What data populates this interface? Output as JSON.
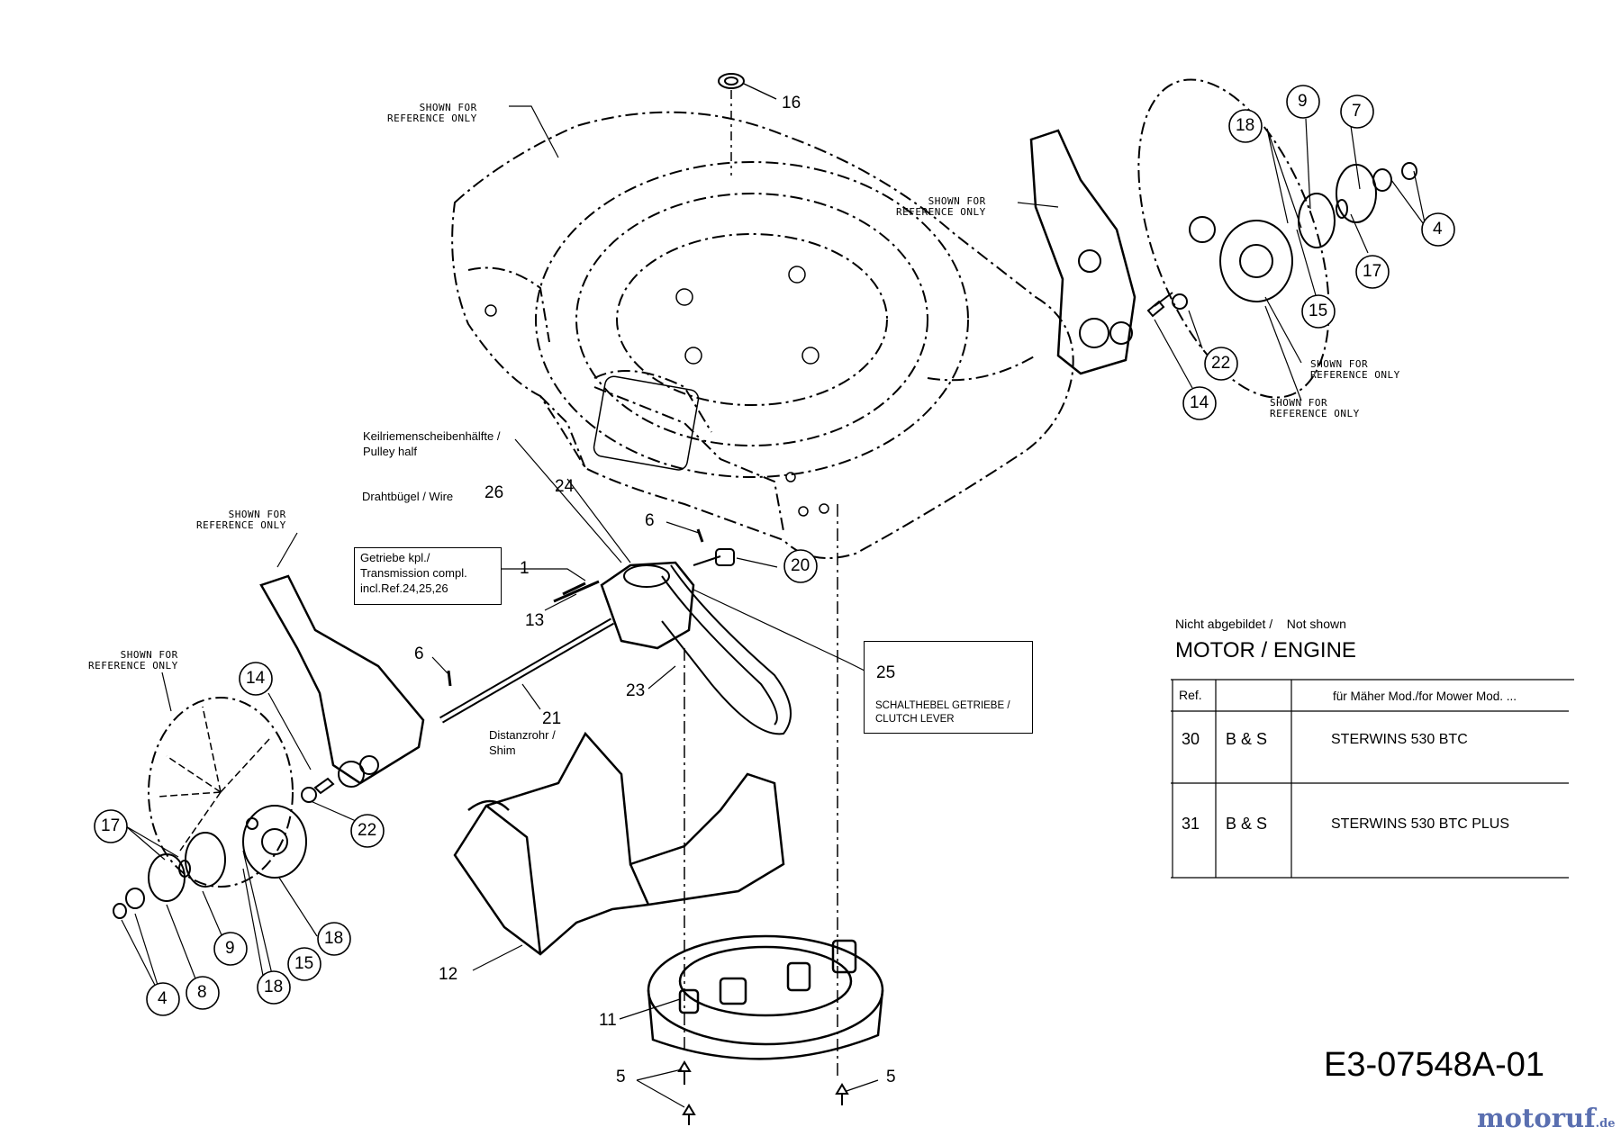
{
  "diagram": {
    "reference_note": "SHOWN FOR\nREFERENCE ONLY",
    "part_numbers": {
      "p16": "16",
      "p18a": "18",
      "p9a": "9",
      "p7": "7",
      "p4a": "4",
      "p17a": "17",
      "p15a": "15",
      "p22a": "22",
      "p14a": "14",
      "p24": "24",
      "p26": "26",
      "p6a": "6",
      "p20": "20",
      "p1": "1",
      "p13": "13",
      "p6b": "6",
      "p14b": "14",
      "p25": "25",
      "p23": "23",
      "p21": "21",
      "p17b": "17",
      "p22b": "22",
      "p18b": "18",
      "p9b": "9",
      "p15b": "15",
      "p18c": "18",
      "p4b": "4",
      "p8": "8",
      "p12": "12",
      "p11": "11",
      "p5a": "5",
      "p5b": "5"
    },
    "labels": {
      "pulley_half": "Keilriemenscheibenhälfte /\nPulley half",
      "wire": "Drahtbügel / Wire",
      "transmission": "Getriebe kpl./\nTransmission compl.\nincl.Ref.24,25,26",
      "shim": "Distanzrohr /\nShim",
      "clutch_lever": "SCHALTHEBEL GETRIEBE /\nCLUTCH LEVER"
    }
  },
  "not_shown": {
    "heading": "Nicht abgebildet /    Not shown",
    "title": "MOTOR / ENGINE",
    "columns": [
      "Ref.",
      "",
      "für Mäher Mod./for Mower Mod. ..."
    ],
    "rows": [
      {
        "ref": "30",
        "engine": "B & S",
        "model": "STERWINS 530 BTC"
      },
      {
        "ref": "31",
        "engine": "B & S",
        "model": "STERWINS 530 BTC PLUS"
      }
    ]
  },
  "document_id": "E3-07548A-01",
  "brand": {
    "name": "motoruf",
    "suffix": ".de",
    "color_main": "#5a6fb0",
    "color_accent": "#e07a1a"
  }
}
